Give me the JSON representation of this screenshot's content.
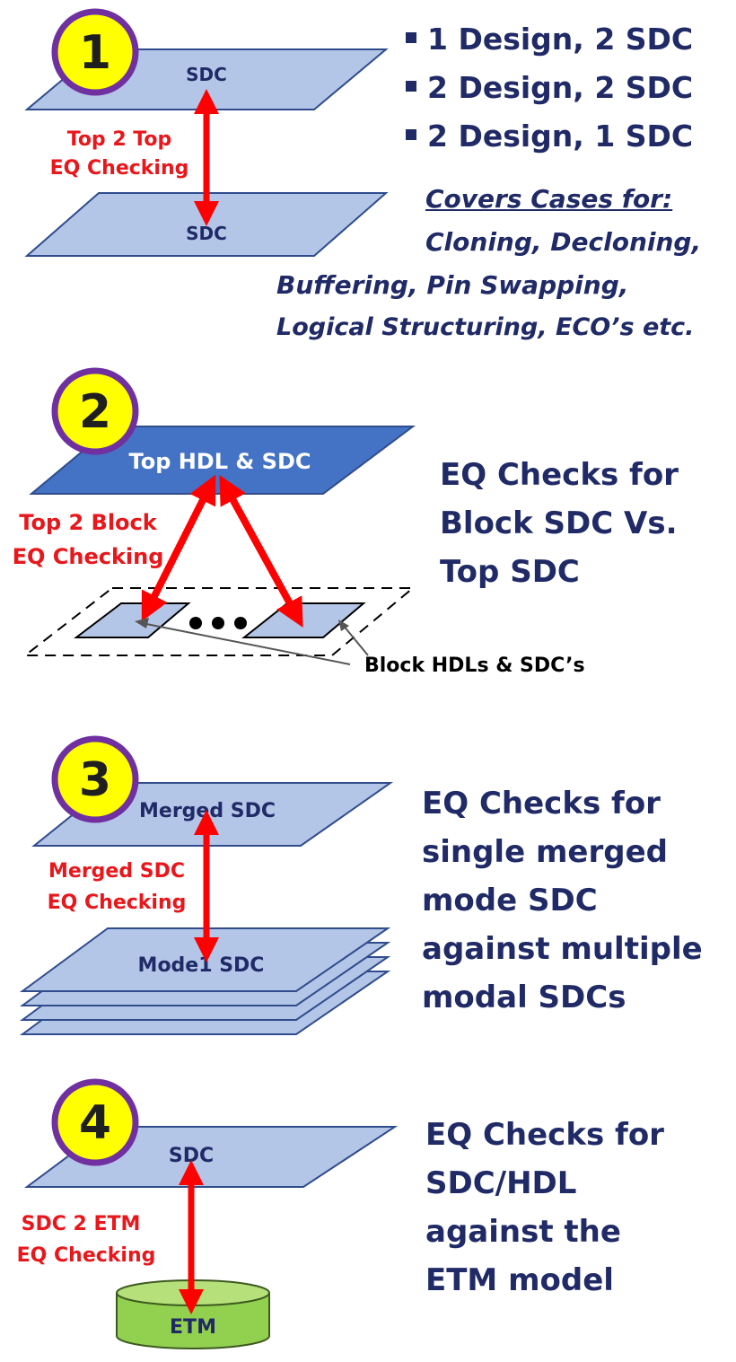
{
  "colors": {
    "plane_fill": "#B4C6E7",
    "plane_dark_fill": "#4472C4",
    "badge_fill": "#FFFF00",
    "badge_ring": "#7030A0",
    "arrow_red": "#FF0000",
    "text_navy": "#1F2A66",
    "label_red": "#E8171C",
    "etm_green": "#92D050"
  },
  "section1": {
    "badge": "1",
    "top_plane": "SDC",
    "bottom_plane": "SDC",
    "arrow_label_1": "Top 2 Top",
    "arrow_label_2": "EQ Checking",
    "bullets": [
      "1 Design, 2 SDC",
      "2 Design, 2 SDC",
      "2 Design, 1 SDC"
    ],
    "covers_heading": "Covers Cases for:",
    "covers_lines": [
      "Cloning, Decloning,",
      "Buffering, Pin Swapping,",
      "Logical Structuring, ECO’s etc."
    ]
  },
  "section2": {
    "badge": "2",
    "top_plane": "Top HDL & SDC",
    "arrow_label_1": "Top 2 Block",
    "arrow_label_2": "EQ Checking",
    "block_callout": "Block HDLs & SDC’s",
    "desc_lines": [
      "EQ Checks for",
      "Block SDC Vs.",
      "Top SDC"
    ]
  },
  "section3": {
    "badge": "3",
    "top_plane": "Merged SDC",
    "stack_plane": "Mode1 SDC",
    "arrow_label_1": "Merged SDC",
    "arrow_label_2": "EQ Checking",
    "desc_lines": [
      "EQ Checks for",
      "single merged",
      "mode SDC",
      "against multiple",
      "modal SDCs"
    ]
  },
  "section4": {
    "badge": "4",
    "top_plane": "SDC",
    "cylinder": "ETM",
    "arrow_label_1": "SDC 2 ETM",
    "arrow_label_2": "EQ Checking",
    "desc_lines": [
      "EQ Checks for",
      "SDC/HDL",
      "against the",
      "ETM model"
    ]
  }
}
